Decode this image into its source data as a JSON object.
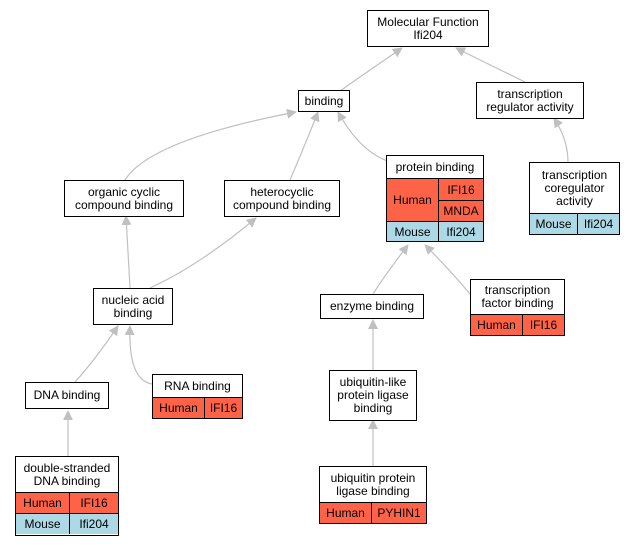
{
  "colors": {
    "human": "#ff6347",
    "mouse": "#add8e6",
    "edge": "#c0c0c0",
    "border": "#000000"
  },
  "nodes": {
    "root": {
      "title": "Molecular Function\nIfi204"
    },
    "binding": {
      "title": "binding"
    },
    "tra": {
      "title": "transcription\nregulator activity"
    },
    "ocb": {
      "title": "organic cyclic\ncompound binding"
    },
    "hcb": {
      "title": "heterocyclic\ncompound binding"
    },
    "pb": {
      "title": "protein binding",
      "human_label": "Human",
      "human_genes": [
        "IFI16",
        "MNDA"
      ],
      "mouse_label": "Mouse",
      "mouse_gene": "Ifi204"
    },
    "tca": {
      "title": "transcription\ncoregulator\nactivity",
      "mouse_label": "Mouse",
      "mouse_gene": "Ifi204"
    },
    "nab": {
      "title": "nucleic acid\nbinding"
    },
    "eb": {
      "title": "enzyme binding"
    },
    "tfb": {
      "title": "transcription\nfactor binding",
      "human_label": "Human",
      "human_gene": "IFI16"
    },
    "dnab": {
      "title": "DNA binding"
    },
    "rnab": {
      "title": "RNA binding",
      "human_label": "Human",
      "human_gene": "IFI16"
    },
    "ulplb": {
      "title": "ubiquitin-like\nprotein ligase\nbinding"
    },
    "dsdna": {
      "title": "double-stranded\nDNA binding",
      "human_label": "Human",
      "human_gene": "IFI16",
      "mouse_label": "Mouse",
      "mouse_gene": "Ifi204"
    },
    "uplb": {
      "title": "ubiquitin protein\nligase binding",
      "human_label": "Human",
      "human_gene": "PYHIN1"
    }
  }
}
